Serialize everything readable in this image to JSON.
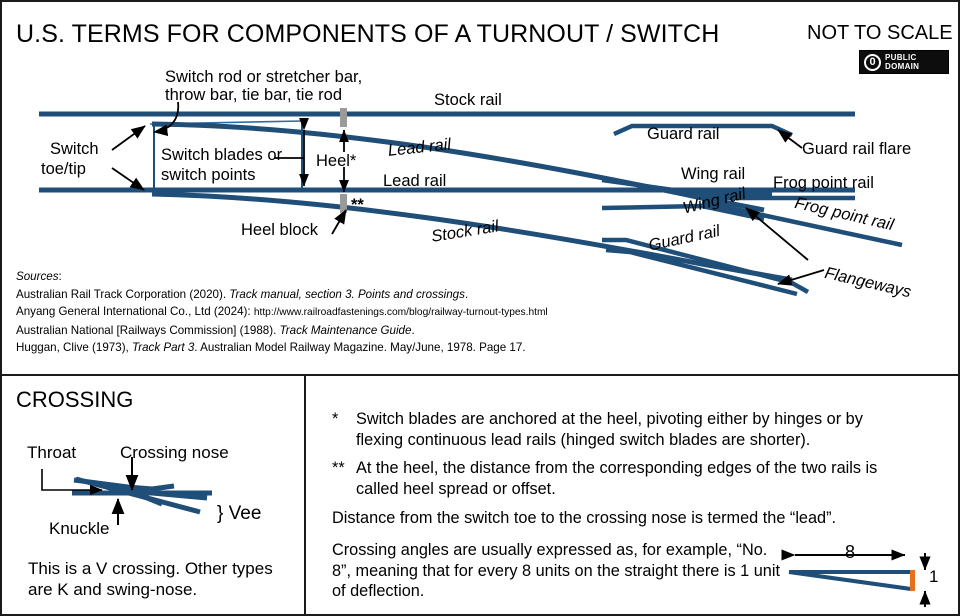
{
  "header": {
    "title": "U.S. TERMS FOR COMPONENTS OF A TURNOUT / SWITCH",
    "not_to_scale": "NOT TO SCALE",
    "badge": {
      "mark": "0",
      "line1": "PUBLIC",
      "line2": "DOMAIN"
    }
  },
  "diagram": {
    "labels": {
      "switch_rod": "Switch rod or stretcher bar,",
      "switch_rod2": "throw bar, tie bar, tie rod",
      "stock_rail_top": "Stock rail",
      "switch_toe": "Switch",
      "switch_toe2": "toe/tip",
      "switch_blades": "Switch blades or",
      "switch_blades2": "switch points",
      "heel": "Heel*",
      "heel_block": "Heel block",
      "double_star": "**",
      "lead_rail_1": "Lead rail",
      "lead_rail_2": "Lead rail",
      "stock_rail_bottom": "Stock rail",
      "guard_rail_top": "Guard rail",
      "guard_rail_bottom": "Guard rail",
      "guard_rail_flare": "Guard rail flare",
      "wing_rail_top": "Wing rail",
      "wing_rail_bottom": "Wing rail",
      "frog_point_rail_1": "Frog point rail",
      "frog_point_rail_2": "Frog point rail",
      "flangeways": "Flangeways"
    }
  },
  "sources": {
    "heading": "Sources",
    "heading_colon": ":",
    "items": [
      {
        "pre": "Australian Rail Track Corporation (2020). ",
        "italic": "Track manual, section 3. Points and crossings",
        "post": "."
      },
      {
        "pre": "Anyang General International Co., Ltd (2024): ",
        "url": "http://www.railroadfastenings.com/blog/railway-turnout-types.html"
      },
      {
        "pre": "Australian National [Railways Commission] (1988). ",
        "italic": "Track Maintenance Guide",
        "post": "."
      },
      {
        "pre": "Huggan, Clive (1973), ",
        "italic": "Track Part 3",
        "post": ". Australian Model Railway Magazine. May/June, 1978. Page 17."
      }
    ]
  },
  "crossing_panel": {
    "title": "CROSSING",
    "labels": {
      "throat": "Throat",
      "crossing_nose": "Crossing nose",
      "knuckle": "Knuckle",
      "vee": "} Vee"
    },
    "note": "This is a V crossing. Other types are K and swing-nose."
  },
  "notes": {
    "note1_marker": "*",
    "note1": "Switch blades are anchored at the heel, pivoting either by hinges or by flexing continuous lead rails (hinged switch blades are shorter).",
    "note2_marker": "**",
    "note2": "At the heel, the distance from the corresponding edges of the two rails is called heel spread or offset.",
    "note3": "Distance from the switch toe to the crossing nose is termed the “lead”.",
    "note4": "Crossing angles are usually expressed as, for example, “No. 8”, meaning that for every 8 units on the straight there is 1 unit of deflection.",
    "no8_run": "8",
    "no8_rise": "1"
  },
  "colors": {
    "rail": "#1F4E79",
    "rail_light": "#2E6CA4",
    "rod": "#9a9a9a",
    "accent_orange": "#E8701A",
    "border": "#1a1a1a"
  }
}
